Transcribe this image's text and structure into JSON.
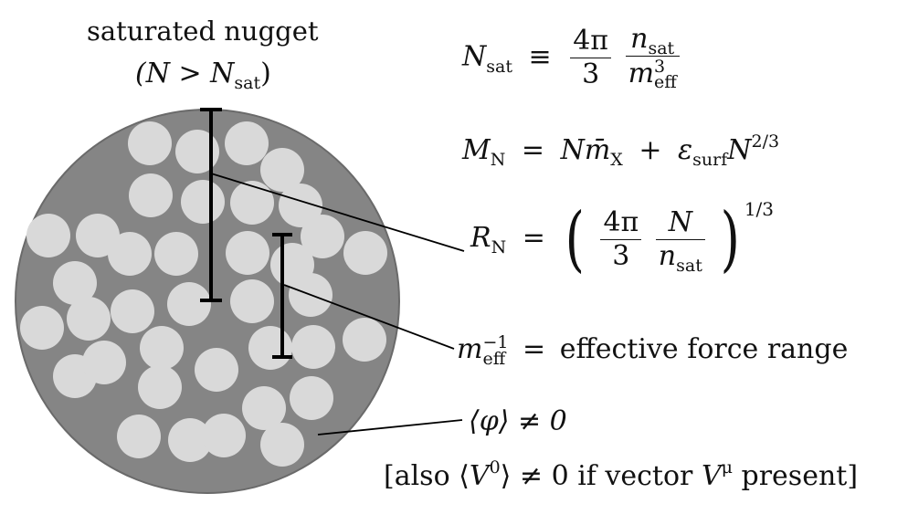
{
  "header": {
    "title": "saturated nugget",
    "condition": "(N > N",
    "condition_sub": "sat",
    "condition_close": ")"
  },
  "equations": {
    "nsat_def": {
      "lhs": "N",
      "lhs_sub": "sat",
      "rel": "≡",
      "frac1_num": "4π",
      "frac1_den": "3",
      "frac2_num": "n",
      "frac2_num_sub": "sat",
      "frac2_den": "m",
      "frac2_den_sup": "3",
      "frac2_den_sub": "eff"
    },
    "mass": {
      "lhs": "M",
      "lhs_sub": "N",
      "rel": "=",
      "term1": "Nm̄",
      "term1_sub": "X",
      "plus": "+",
      "term2": "ε",
      "term2_sub": "surf",
      "term2_tail": "N",
      "term2_sup": "2/3"
    },
    "radius": {
      "lhs": "R",
      "lhs_sub": "N",
      "rel": "=",
      "frac1_num": "4π",
      "frac1_den": "3",
      "frac2_num": "N",
      "frac2_den": "n",
      "frac2_den_sub": "sat",
      "open": "(",
      "close": ")",
      "exp": "1/3"
    },
    "range": {
      "lhs": "m",
      "lhs_sup": "−1",
      "lhs_sub": "eff",
      "rel": "=",
      "rhs": "effective force range"
    },
    "vev": {
      "lhs": "⟨φ⟩ ≠ 0"
    },
    "vector_note": {
      "open": "[also ⟨",
      "v": "V",
      "v_sup": "0",
      "mid": "⟩ ≠ 0 if vector ",
      "v2": "V",
      "v2_sup": "μ",
      "close": " present]"
    }
  },
  "colors": {
    "nugget_fill": "#858585",
    "nugget_stroke": "#6a6a6a",
    "particle_fill": "#d9d9d9",
    "bar_color": "#000000",
    "line_color": "#000000"
  }
}
